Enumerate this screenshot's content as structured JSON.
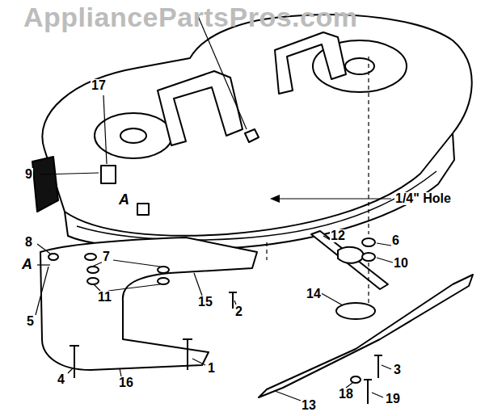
{
  "diagram": {
    "labels": [
      "AppliancePartsPros.com",
      "17",
      "9",
      "A",
      "1/4\" Hole",
      "8",
      "12",
      "6",
      "10",
      "A",
      "7",
      "5",
      "11",
      "2",
      "14",
      "4",
      "16",
      "1",
      "15",
      "3",
      "18",
      "19",
      "13"
    ]
  }
}
